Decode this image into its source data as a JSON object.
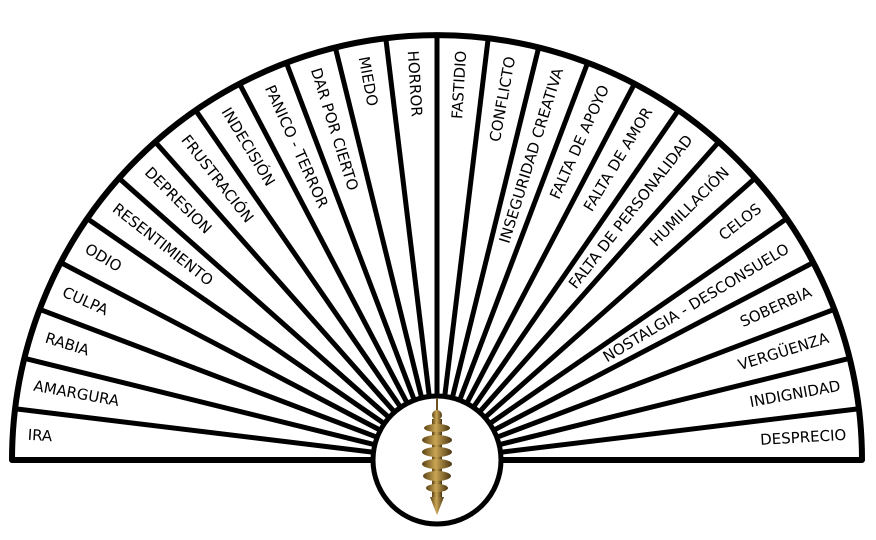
{
  "title": "Tabla de emociones (péndulo)",
  "segments": [
    "IRA",
    "AMARGURA",
    "RABIA",
    "CULPA",
    "ODIO",
    "RESENTIMIENTO",
    "DEPRESION",
    "FRUSTRACIÓN",
    "INDECISIÓN",
    "PANICO - TERROR",
    "DAR POR CIERTO",
    "MIEDO",
    "HORROR",
    "FASTIDIO",
    "CONFLICTO",
    "INSEGURIDAD CREATIVA",
    "FALTA DE APOYO",
    "FALTA DE AMOR",
    "FALTA DE PERSONALIDAD",
    "HUMILLACIÓN",
    "CELOS",
    "NOSTALGIA - DESCONSUELO",
    "SOBERBIA",
    "VERGÜENZA",
    "INDIGNIDAD",
    "DESPRECIO"
  ],
  "colors": {
    "line": "#000000",
    "fill": "#ffffff",
    "pendulum": "#8a6a2a"
  },
  "icons": {
    "center": "pendulum-icon"
  }
}
